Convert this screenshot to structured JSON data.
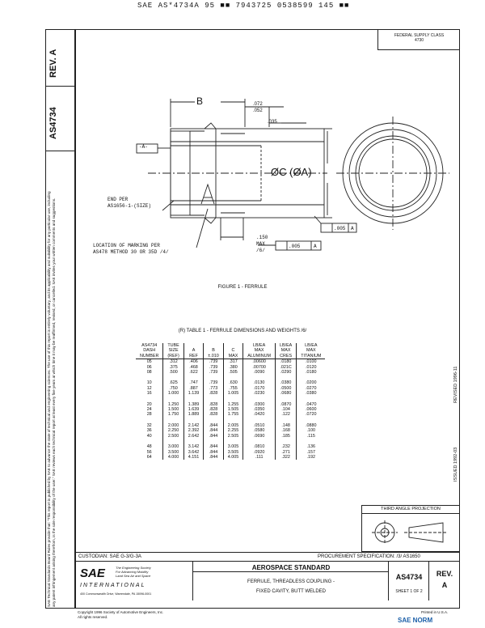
{
  "header": {
    "top_code": "SAE AS*4734A 95 ■■ 7943725 0538599 145 ■■"
  },
  "side": {
    "rev": "REV.",
    "rev_letter": "A",
    "doc": "AS4734",
    "issued": "ISSUED 1992-03",
    "revised": "REVISED 1996-11",
    "legal": "SAE Technical Standards Board Rules provide that: \"This report is published by SAE to advance the state of technical and engineering sciences. The use of this report is entirely voluntary, and its applicability and suitability for any particular use, including any patent infringement arising therefrom, is the sole responsibility of the user.\" SAE reviews each technical report at least every five years at which time it may be reaffirmed, revised, or cancelled. SAE invites your written comments and suggestions."
  },
  "fsc": {
    "label": "FEDERAL SUPPLY CLASS",
    "value": "4730"
  },
  "figure": {
    "dim_b": "B",
    "dim_072": ".072",
    "dim_052": ".052",
    "dim_035": ".035",
    "datum_a": "-A-",
    "dim_c": "ØC (ØA)",
    "tol1": ".005",
    "tol1_ref": "A",
    "tol2": ".005",
    "tol2_ref": "A",
    "dim_150": ".150",
    "max": "MAX",
    "note6": "/6/",
    "end_per_1": "END PER",
    "end_per_2": "AS1656-1-(SIZE)",
    "loc_1": "LOCATION OF MARKING PER",
    "loc_2": "AS478 METHOD 30 OR 35D /4/",
    "caption": "FIGURE 1 - FERRULE"
  },
  "table": {
    "title": "(R) TABLE 1 - FERRULE DIMENSIONS AND WEIGHTS /6/",
    "headers": [
      [
        "AS4734",
        "DASH",
        "NUMBER"
      ],
      [
        "TUBE",
        "SIZE",
        "(REF)"
      ],
      [
        "",
        "A",
        "REF"
      ],
      [
        "",
        "B",
        "±.010"
      ],
      [
        "",
        "C",
        "MAX"
      ],
      [
        "LB/EA",
        "MAX",
        "ALUMINUM"
      ],
      [
        "LB/EA",
        "MAX",
        "CRES"
      ],
      [
        "LB/EA",
        "MAX",
        "TITANIUM"
      ]
    ],
    "groups": [
      [
        [
          "05",
          ".312",
          ".406",
          ".739",
          ".317",
          ".00600",
          ".0180",
          ".0100"
        ],
        [
          "06",
          ".375",
          ".468",
          ".739",
          ".380",
          ".00700",
          ".021C",
          ".0120"
        ],
        [
          "08",
          ".500",
          ".622",
          ".739",
          ".505",
          ".0090",
          ".0290",
          ".0180"
        ]
      ],
      [
        [
          "10",
          ".625",
          ".747",
          ".739",
          ".630",
          ".0130",
          ".0380",
          ".0200"
        ],
        [
          "12",
          ".750",
          ".887",
          ".773",
          ".755",
          ".0170",
          ".0500",
          ".0270"
        ],
        [
          "16",
          "1.000",
          "1.139",
          ".828",
          "1.005",
          ".0230",
          ".0680",
          ".0380"
        ]
      ],
      [
        [
          "20",
          "1.250",
          "1.389",
          ".828",
          "1.255",
          ".0300",
          ".0870",
          ".0470"
        ],
        [
          "24",
          "1.500",
          "1.639",
          ".828",
          "1.505",
          ".0350",
          ".104",
          ".0600"
        ],
        [
          "28",
          "1.750",
          "1.889",
          ".828",
          "1.755",
          ".0420",
          ".122",
          ".0720"
        ]
      ],
      [
        [
          "32",
          "2.000",
          "2.142",
          ".844",
          "2.005",
          ".0510",
          ".148",
          ".0880"
        ],
        [
          "36",
          "2.250",
          "2.392",
          ".844",
          "2.255",
          ".0580",
          ".168",
          ".100"
        ],
        [
          "40",
          "2.500",
          "2.642",
          ".844",
          "2.505",
          ".0690",
          ".185",
          ".115"
        ]
      ],
      [
        [
          "48",
          "3.000",
          "3.142",
          ".844",
          "3.005",
          ".0810",
          ".232",
          ".136"
        ],
        [
          "56",
          "3.500",
          "3.642",
          ".844",
          "3.505",
          ".0920",
          ".271",
          ".157"
        ],
        [
          "64",
          "4.000",
          "4.151",
          ".844",
          "4.005",
          ".111",
          ".322",
          ".192"
        ]
      ]
    ]
  },
  "projection": {
    "label": "THIRD ANGLE PROJECTION"
  },
  "titleblock": {
    "custodian": "CUSTODIAN: SAE G-3/G-3A",
    "procurement": "PROCUREMENT SPECIFICATION: /3/ AS1650",
    "logo": "SAE",
    "logo_tag1": "The Engineering Society",
    "logo_tag2": "For Advancing Mobility",
    "logo_tag3": "Land Sea Air and Space",
    "logo_intl": "INTERNATIONAL",
    "address": "400 Commonwealth Drive, Warrendale, PA 15096-0001",
    "std": "AEROSPACE STANDARD",
    "desc1": "FERRULE, THREADLESS COUPLING -",
    "desc2": "FIXED CAVITY, BUTT WELDED",
    "docno": "AS4734",
    "sheet": "SHEET 1 OF 2",
    "rev_label": "REV.",
    "rev_value": "A",
    "copyright1": "Copyright 1996 Society of Automotive Engineers, Inc.",
    "copyright2": "All rights reserved.",
    "printed": "Printed in U.S.A."
  },
  "watermark": {
    "text": "SAE NORM"
  }
}
